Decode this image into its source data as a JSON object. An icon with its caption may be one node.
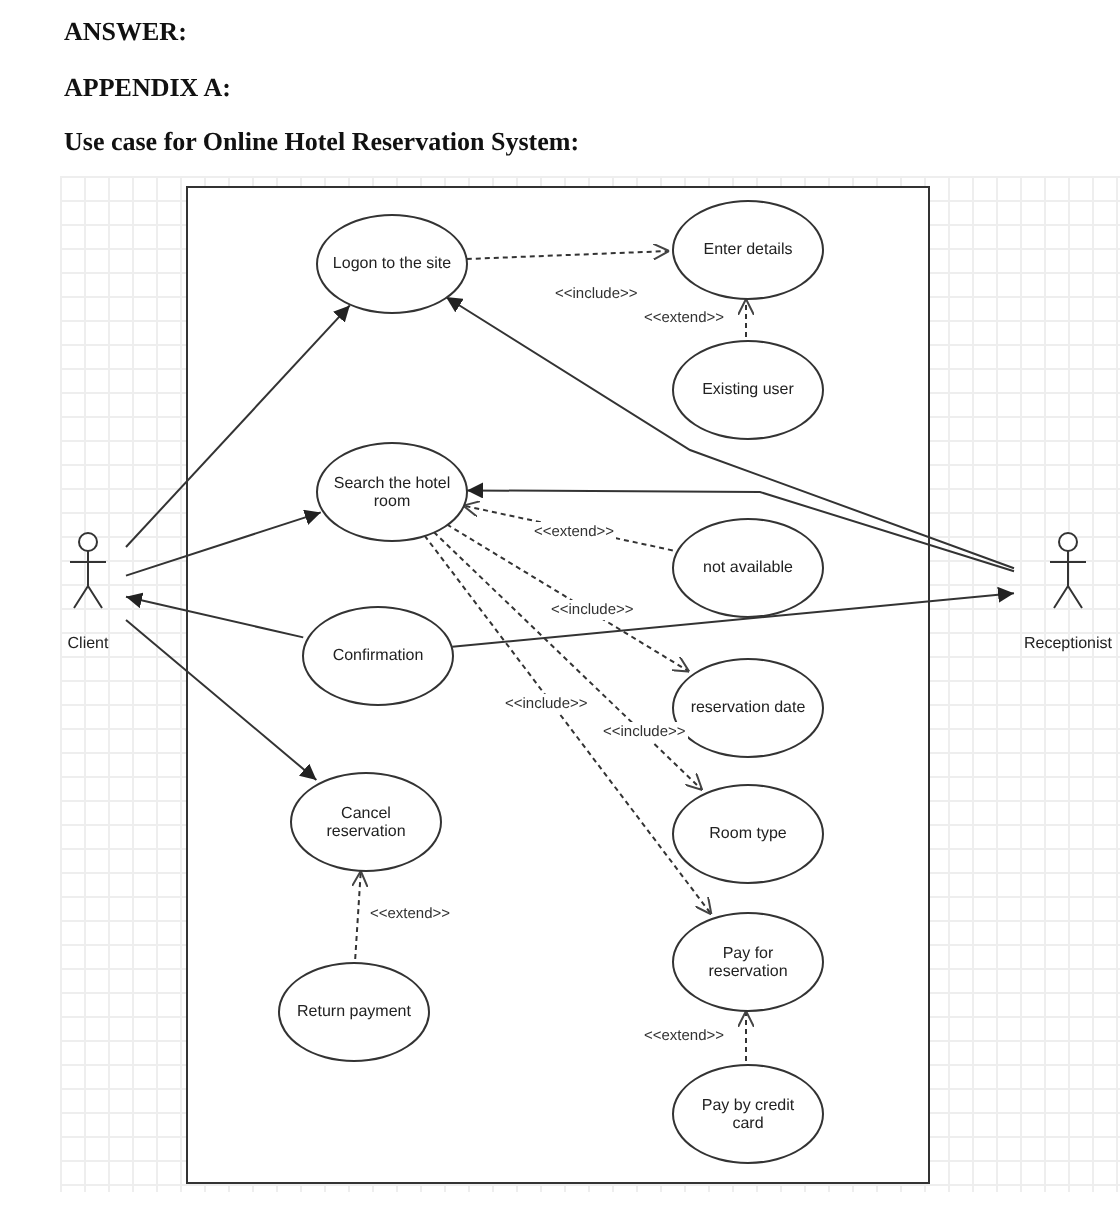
{
  "diagram": {
    "title": "Use case for Online Hotel Reservation System:",
    "labels": [
      "ANSWER:",
      "APPENDIX A:"
    ],
    "nodes": [
      {
        "text": [],
        "shape": "box"
      },
      {
        "text": [
          "Client"
        ]
      },
      {
        "text": [
          "Logon to the site"
        ],
        "in": 0
      },
      {
        "text": [
          "Enter details"
        ],
        "in": 0
      },
      {
        "text": [
          "Existing user"
        ],
        "in": 0
      },
      {
        "text": [
          "Search the hotel room"
        ],
        "in": 0
      },
      {
        "text": [
          "not available"
        ],
        "in": 0
      },
      {
        "text": [
          "Confirmation"
        ],
        "in": 0
      },
      {
        "text": [
          "reservation date"
        ],
        "in": 0
      },
      {
        "text": [
          "Room type"
        ],
        "in": 0
      },
      {
        "text": [
          "Cancel reservation"
        ],
        "in": 0
      },
      {
        "text": [
          "Pay for reservation"
        ],
        "in": 0
      },
      {
        "text": [
          "Return payment"
        ],
        "in": 0
      },
      {
        "text": [
          "Pay by credit card"
        ],
        "in": 0
      },
      {
        "text": [
          "Receptionist"
        ]
      }
    ],
    "edges": [
      {
        "from": 1,
        "to": 2,
        "arrow": "to"
      },
      {
        "from": 1,
        "to": 5,
        "arrow": "to"
      },
      {
        "from": 7,
        "to": 1,
        "arrow": "to"
      },
      {
        "from": 1,
        "to": 10,
        "arrow": "to"
      },
      {
        "from": 14,
        "to": 2,
        "arrow": "to"
      },
      {
        "from": 14,
        "to": 5,
        "arrow": "to"
      },
      {
        "from": 7,
        "to": 14,
        "arrow": "to"
      },
      {
        "from": 2,
        "to": 3,
        "arrow": "to",
        "label": "<<include>>",
        "style": "dashed"
      },
      {
        "from": 4,
        "to": 3,
        "arrow": "to",
        "label": "<<extend>>",
        "style": "dashed"
      },
      {
        "from": 6,
        "to": 5,
        "arrow": "to",
        "label": "<<extend>>",
        "style": "dashed"
      },
      {
        "from": 5,
        "to": 8,
        "arrow": "to",
        "label": "<<include>>",
        "style": "dashed"
      },
      {
        "from": 5,
        "to": 9,
        "arrow": "to",
        "label": "<<include>>",
        "style": "dashed"
      },
      {
        "from": 5,
        "to": 11,
        "arrow": "to",
        "label": "<<include>>",
        "style": "dashed"
      },
      {
        "from": 12,
        "to": 10,
        "arrow": "to",
        "label": "<<extend>>",
        "style": "dashed"
      },
      {
        "from": 13,
        "to": 11,
        "arrow": "to",
        "label": "<<extend>>",
        "style": "dashed"
      }
    ]
  }
}
